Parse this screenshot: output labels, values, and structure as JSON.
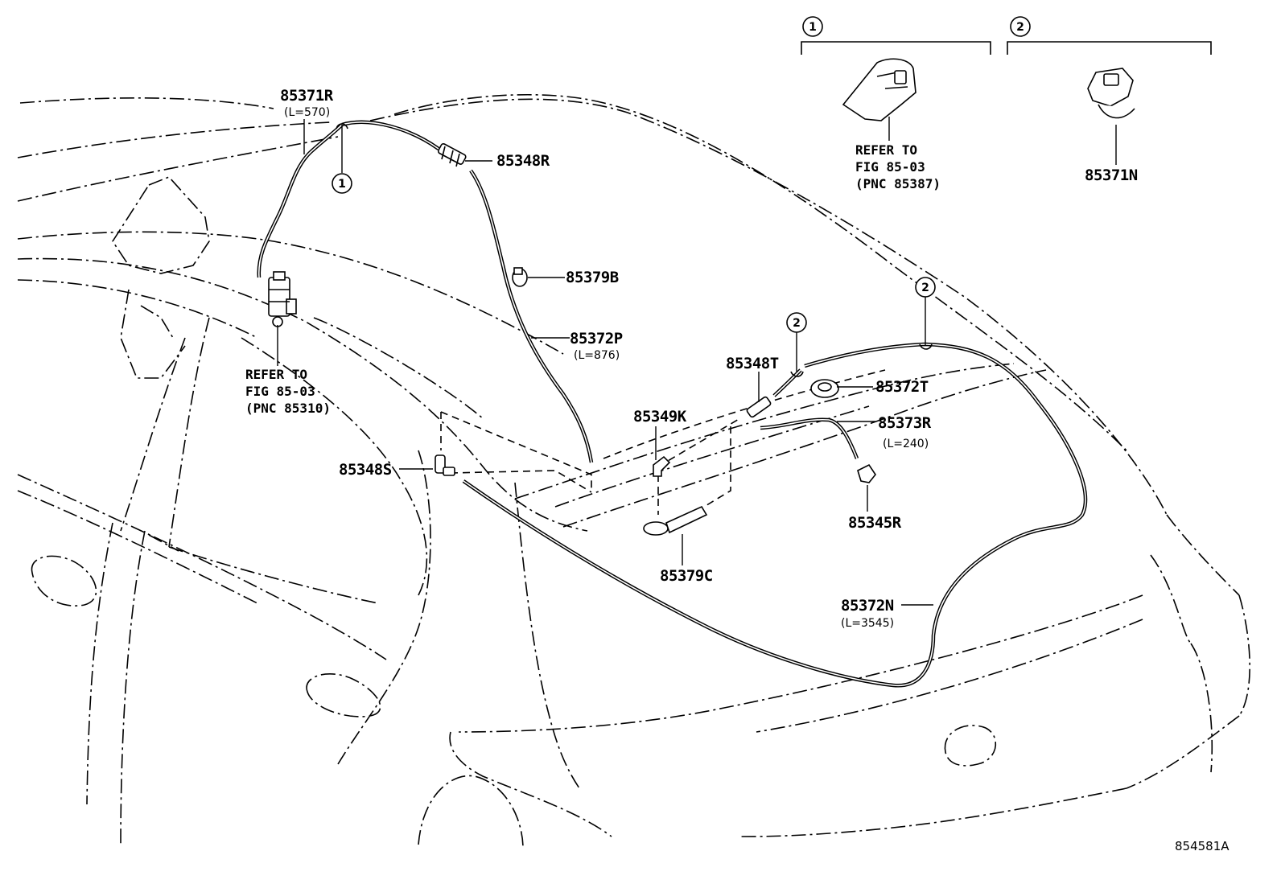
{
  "figure_code": "854581A",
  "callouts": {
    "c1": "1",
    "c2": "2"
  },
  "parts": {
    "p85371R": {
      "number": "85371R",
      "length": "(L=570)"
    },
    "p85348R": {
      "number": "85348R"
    },
    "p85379B": {
      "number": "85379B"
    },
    "p85372P": {
      "number": "85372P",
      "length": "(L=876)"
    },
    "p85348T": {
      "number": "85348T"
    },
    "p85372T": {
      "number": "85372T"
    },
    "p85349K": {
      "number": "85349K"
    },
    "p85373R": {
      "number": "85373R",
      "length": "(L=240)"
    },
    "p85348S": {
      "number": "85348S"
    },
    "p85345R": {
      "number": "85345R"
    },
    "p85379C": {
      "number": "85379C"
    },
    "p85372N": {
      "number": "85372N",
      "length": "(L=3545)"
    },
    "p85371N": {
      "number": "85371N"
    }
  },
  "references": {
    "pump": {
      "line1": "REFER TO",
      "line2": "FIG 85-03",
      "line3": "(PNC 85310)"
    },
    "detail1": {
      "line1": "REFER TO",
      "line2": "FIG 85-03",
      "line3": "(PNC 85387)"
    }
  },
  "icons": [
    "washer-pump-icon",
    "nozzle-icon",
    "joint-icon",
    "clamp-icon",
    "grommet-icon",
    "elbow-icon"
  ]
}
